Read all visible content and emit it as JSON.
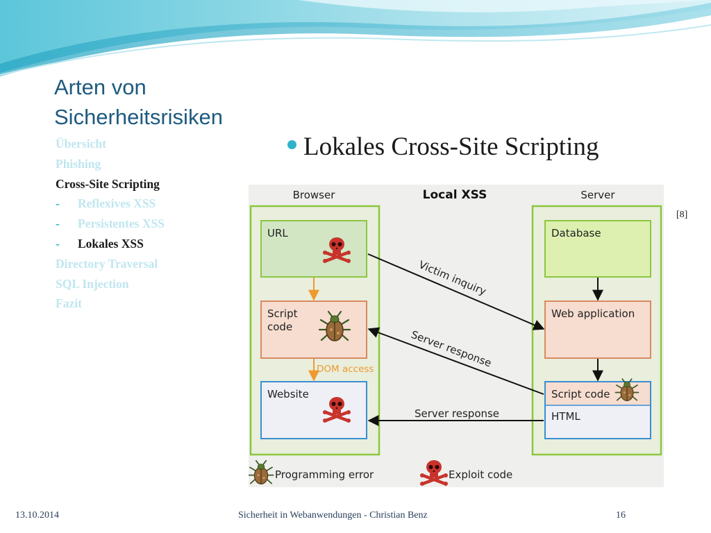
{
  "slide": {
    "title_line1": "Arten von",
    "title_line2": "Sicherheitsrisiken",
    "nav": [
      {
        "dash": "",
        "label": "Übersicht",
        "active": false
      },
      {
        "dash": "",
        "label": "Phishing",
        "active": false
      },
      {
        "dash": "",
        "label": "Cross-Site Scripting",
        "active": true
      },
      {
        "dash": "-",
        "label": "Reflexives XSS",
        "active": false
      },
      {
        "dash": "-",
        "label": "Persistentes  XSS",
        "active": false
      },
      {
        "dash": "-",
        "label": "Lokales XSS",
        "active": true
      },
      {
        "dash": "",
        "label": "Directory Traversal",
        "active": false
      },
      {
        "dash": "",
        "label": "SQL Injection",
        "active": false
      },
      {
        "dash": "",
        "label": "Fazit",
        "active": false
      }
    ],
    "bullet": "Lokales Cross-Site Scripting",
    "reference": "[8]"
  },
  "diagram": {
    "title": "Local XSS",
    "browser_label": "Browser",
    "server_label": "Server",
    "url_label": "URL",
    "script_code_label_1": "Script",
    "script_code_label_2": "code",
    "website_label": "Website",
    "dom_access_label": "DOM access",
    "database_label": "Database",
    "web_application_label": "Web application",
    "server_script_code_label": "Script code",
    "html_label": "HTML",
    "victim_inquiry_label": "Victim inquiry",
    "server_response_label_1": "Server response",
    "server_response_label_2": "Server response",
    "legend_programming_error": "Programming error",
    "legend_exploit_code": "Exploit code"
  },
  "footer": {
    "date": "13.10.2014",
    "center": "Sicherheit in Webanwendungen - Christian Benz",
    "page": "16"
  },
  "colors": {
    "title": "#1d5a7f",
    "accent": "#2fb2cc",
    "nav_inactive": "#bfe6ef",
    "panel_border": "#8cc63f",
    "arrow_orange": "#ee9a2f"
  },
  "icons": [
    "skull-icon",
    "bug-icon"
  ]
}
